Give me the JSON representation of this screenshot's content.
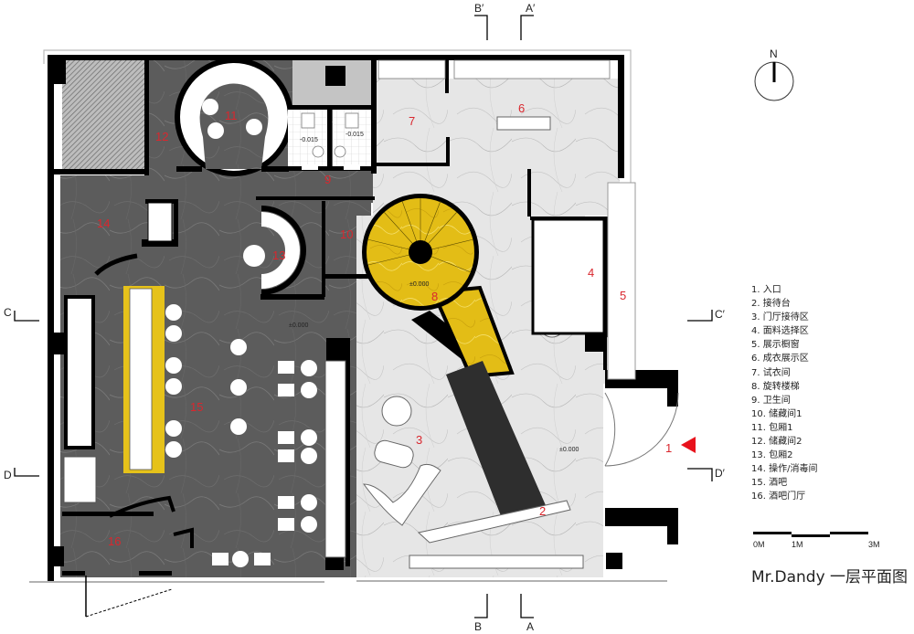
{
  "title": "Mr.Dandy 一层平面图",
  "north": {
    "label": "N",
    "icon": "north-arrow-icon"
  },
  "scale_bar": {
    "labels": [
      "0M",
      "1M",
      "3M"
    ]
  },
  "section_marks": {
    "a_top": "A′",
    "b_top": "B′",
    "a_bottom": "A",
    "b_bottom": "B",
    "c_left": "C",
    "d_left": "D",
    "c_right": "C′",
    "d_right": "D′"
  },
  "levels": {
    "stair": "±0.000",
    "bar": "±0.000",
    "lobby": "±0.000",
    "wc1": "-0.015",
    "wc2": "-0.015"
  },
  "rooms": [
    {
      "num": "1",
      "name": "入口"
    },
    {
      "num": "2",
      "name": "接待台"
    },
    {
      "num": "3",
      "name": "门厅接待区"
    },
    {
      "num": "4",
      "name": "面料选择区"
    },
    {
      "num": "5",
      "name": "展示橱窗"
    },
    {
      "num": "6",
      "name": "成衣展示区"
    },
    {
      "num": "7",
      "name": "试衣间"
    },
    {
      "num": "8",
      "name": "旋转楼梯"
    },
    {
      "num": "9",
      "name": "卫生间"
    },
    {
      "num": "10",
      "name": "储藏间1"
    },
    {
      "num": "11",
      "name": "包厢1"
    },
    {
      "num": "12",
      "name": "储藏间2"
    },
    {
      "num": "13",
      "name": "包厢2"
    },
    {
      "num": "14",
      "name": "操作/消毒间"
    },
    {
      "num": "15",
      "name": "酒吧"
    },
    {
      "num": "16",
      "name": "酒吧门厅"
    }
  ],
  "legend": [
    "1. 入口",
    "2. 接待台",
    "3. 门厅接待区",
    "4. 面料选择区",
    "5. 展示橱窗",
    "6. 成衣展示区",
    "7. 试衣间",
    "8. 旋转楼梯",
    "9. 卫生间",
    "10. 储藏间1",
    "11. 包厢1",
    "12. 储藏间2",
    "13. 包厢2",
    "14. 操作/消毒间",
    "15. 酒吧",
    "16. 酒吧门厅"
  ],
  "colors": {
    "dark_floor": "#5a5a5a",
    "light_floor": "#e4e4e4",
    "stair_yellow": "#e8c21a",
    "wall": "#000000",
    "room_number": "#d9272e",
    "entry_arrow": "#e8121c"
  }
}
